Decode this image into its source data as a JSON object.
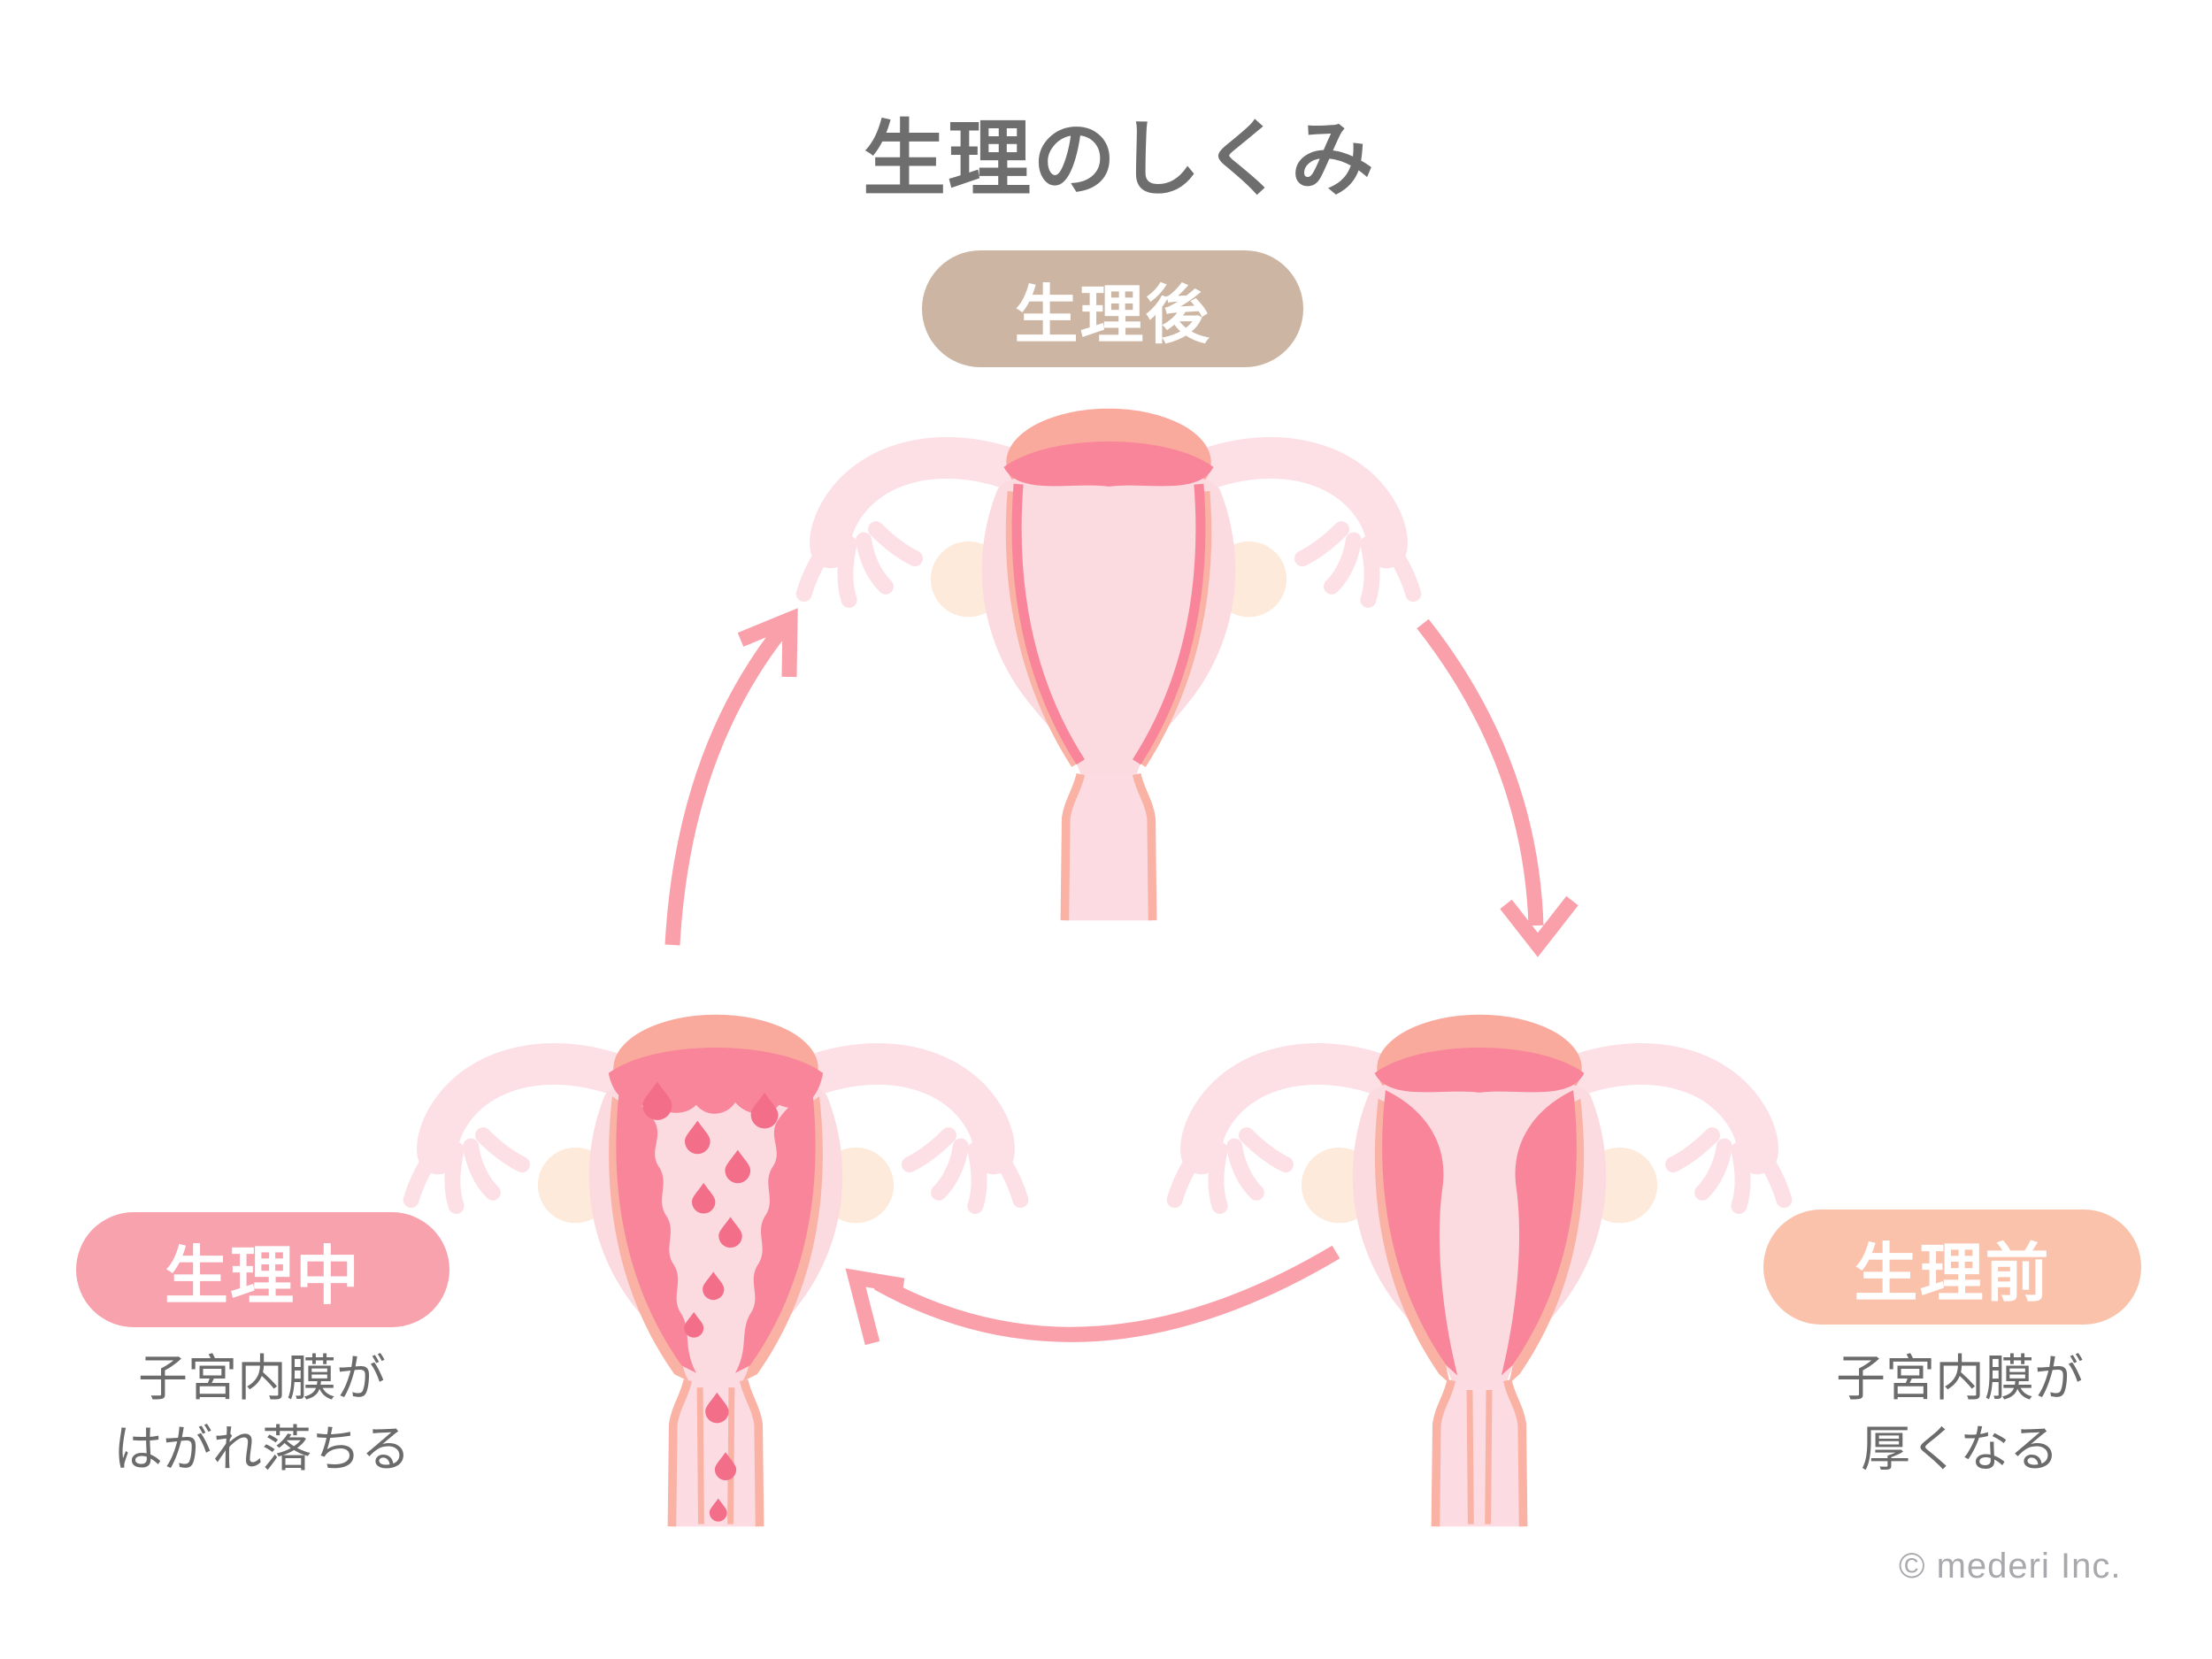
{
  "title": "生理のしくみ",
  "stages": [
    {
      "id": "after",
      "label": "生理後",
      "caption_line1": "",
      "caption_line2": ""
    },
    {
      "id": "before",
      "label": "生理前",
      "caption_line1": "子宮内膜が",
      "caption_line2": "厚くなる"
    },
    {
      "id": "during",
      "label": "生理中",
      "caption_line1": "子宮内膜が",
      "caption_line2": "はがれ落ちる"
    }
  ],
  "copyright": "© mederi Inc.",
  "colors": {
    "background": "#ffffff",
    "title_text": "#6e6e6e",
    "caption_text": "#6b6b6b",
    "copyright_text": "#a9a9ad",
    "badge_text": "#ffffff",
    "badge_after": "#ccb6a3",
    "badge_during": "#f8a2ad",
    "badge_before": "#fac2ab",
    "arrow": "#f9a0aa",
    "uterus_body": "#fbdae0",
    "uterus_tube": "#fce0e5",
    "uterus_vagina": "#fcdce2",
    "ovary": "#fdeada",
    "fundus": "#faa99d",
    "lining_deep": "#f88599",
    "lining_rim": "#f9b2a4",
    "ligament": "#f4a89e",
    "drop": "#f26e89"
  }
}
